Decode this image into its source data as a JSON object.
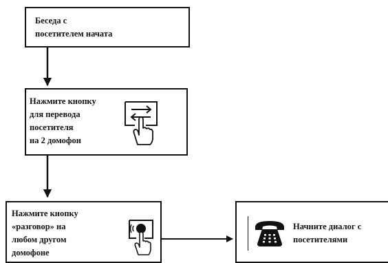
{
  "steps": [
    {
      "text": "Беседа с\nпосетителем  начата",
      "icon": "none"
    },
    {
      "text": "Нажмите кнопку\nдля перевода\nпосетителя\nна 2 домофон",
      "icon": "transfer-button-hand-icon"
    },
    {
      "text": "Нажмите кнопку\n«разговор»  на\nлюбом другом\nдомофоне",
      "icon": "talk-button-hand-icon"
    },
    {
      "text": "Начните диалог  с\nпосетителями",
      "icon": "telephone-icon"
    }
  ],
  "colors": {
    "stroke": "#111111",
    "background": "#ffffff"
  }
}
